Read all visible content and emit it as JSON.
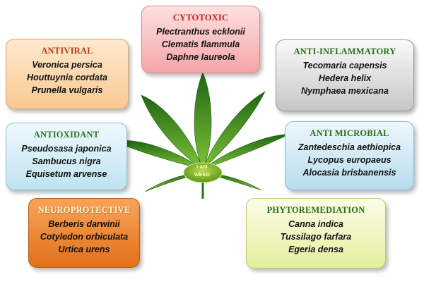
{
  "center": {
    "line1": "I AM",
    "line2": "WEED"
  },
  "boxes": {
    "cytotoxic": {
      "title": "CYTOTOXIC",
      "items": [
        "Plectranthus ecklonii",
        "Clematis flammula",
        "Daphne laureola"
      ]
    },
    "antiviral": {
      "title": "ANTIVIRAL",
      "items": [
        "Veronica persica",
        "Houttuynia cordata",
        "Prunella vulgaris"
      ]
    },
    "antiinflammatory": {
      "title": "ANTI-INFLAMMATORY",
      "items": [
        "Tecomaria capensis",
        "Hedera helix",
        "Nymphaea mexicana"
      ]
    },
    "antioxidant": {
      "title": "ANTIOXIDANT",
      "items": [
        "Pseudosasa japonica",
        "Sambucus nigra",
        "Equisetum arvense"
      ]
    },
    "antimicrobial": {
      "title": "ANTI MICROBIAL",
      "items": [
        "Zantedeschia aethiopica",
        "Lycopus europaeus",
        "Alocasia brisbanensis"
      ]
    },
    "neuroprotective": {
      "title": "NEUROPROTECTIVE",
      "items": [
        "Berberis darwinii",
        "Cotyledon orbiculata",
        "Urtica urens"
      ]
    },
    "phytoremediation": {
      "title": "PHYTOREMEDIATION",
      "items": [
        "Canna indica",
        "Tussilago farfara",
        "Egeria densa"
      ]
    }
  },
  "colors": {
    "leaf_dark": "#2f7d1c",
    "leaf_light": "#8fcf3a",
    "center_oval": "#7fb22a"
  }
}
